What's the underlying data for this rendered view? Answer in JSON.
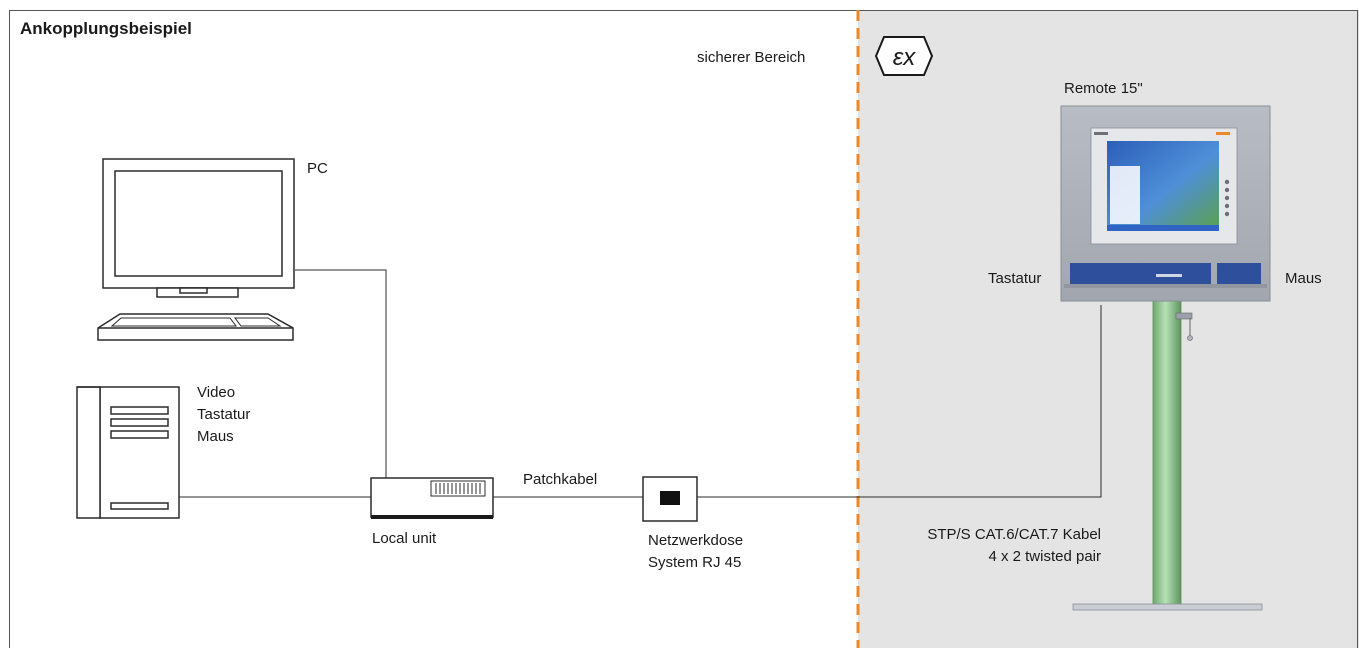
{
  "title": "Ankopplungsbeispiel",
  "zones": {
    "safe": "sicherer Bereich",
    "hazard_symbol": "εx"
  },
  "labels": {
    "pc": "PC",
    "pc_signals": [
      "Video",
      "Tastatur",
      "Maus"
    ],
    "local_unit": "Local unit",
    "patch_cable": "Patchkabel",
    "socket": [
      "Netzwerkdose",
      "System RJ 45"
    ],
    "remote": "Remote 15\"",
    "keyboard": "Tastatur",
    "mouse": "Maus",
    "cable": [
      "STP/S CAT.6/CAT.7 Kabel",
      "4 x 2 twisted pair"
    ]
  },
  "colors": {
    "hazard_bg": "#e4e4e4",
    "divider": "#e8892b",
    "line": "#2b2b2b",
    "pole": "#8fc48f",
    "panel_blue": "#2e4f9c"
  }
}
